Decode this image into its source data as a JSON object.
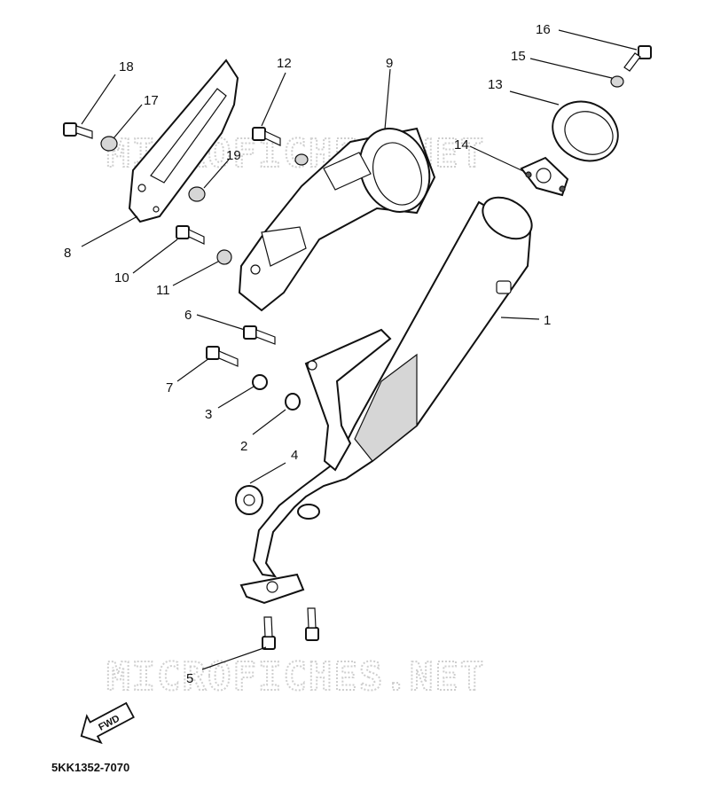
{
  "watermark": "MICROFICHES.NET",
  "part_code": "5KK1352-7070",
  "fwd_label": "FWD",
  "callouts": {
    "c1": "1",
    "c2": "2",
    "c3": "3",
    "c4": "4",
    "c5": "5",
    "c6": "6",
    "c7": "7",
    "c8": "8",
    "c9": "9",
    "c10": "10",
    "c11": "11",
    "c12": "12",
    "c13": "13",
    "c14": "14",
    "c15": "15",
    "c16": "16",
    "c17": "17",
    "c18": "18",
    "c19": "19"
  }
}
